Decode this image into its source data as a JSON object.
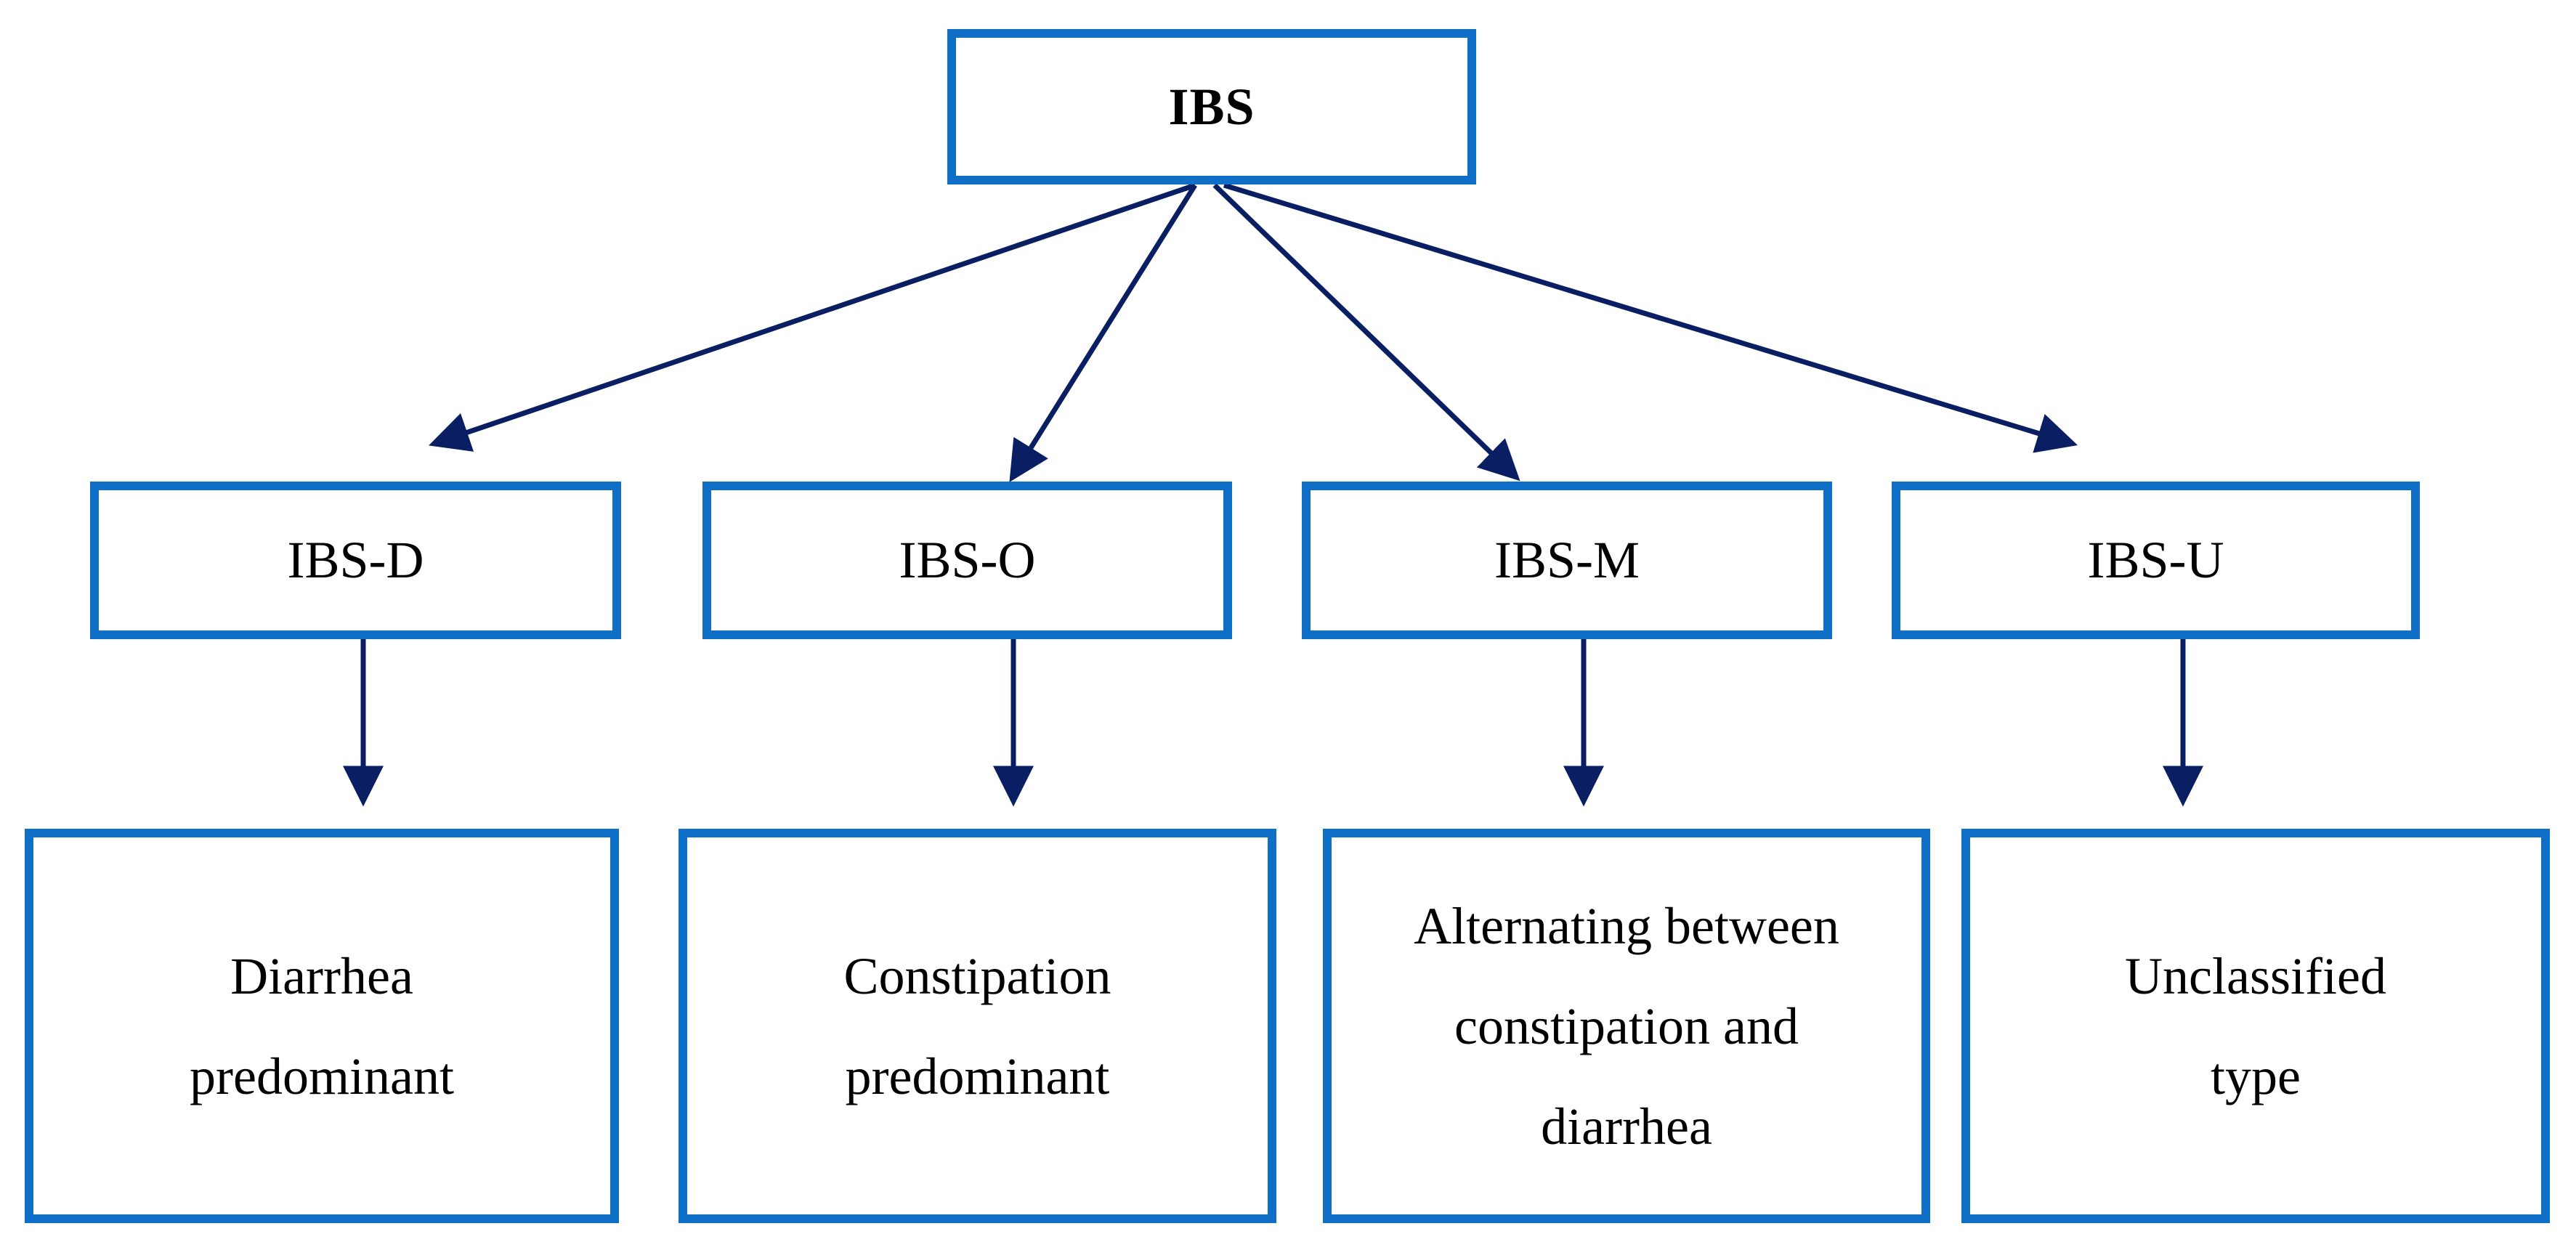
{
  "diagram": {
    "root": {
      "label": "IBS"
    },
    "subtypes": [
      {
        "label": "IBS-D",
        "description": [
          "Diarrhea",
          "predominant"
        ]
      },
      {
        "label": "IBS-O",
        "description": [
          "Constipation",
          "predominant"
        ]
      },
      {
        "label": "IBS-M",
        "description": [
          "Alternating between",
          "constipation and",
          "diarrhea"
        ]
      },
      {
        "label": "IBS-U",
        "description": [
          "Unclassified",
          "type"
        ]
      }
    ]
  },
  "colors": {
    "box_border": "#0f6fc6",
    "arrow": "#0a1f63",
    "text": "#000000",
    "background": "#ffffff"
  }
}
